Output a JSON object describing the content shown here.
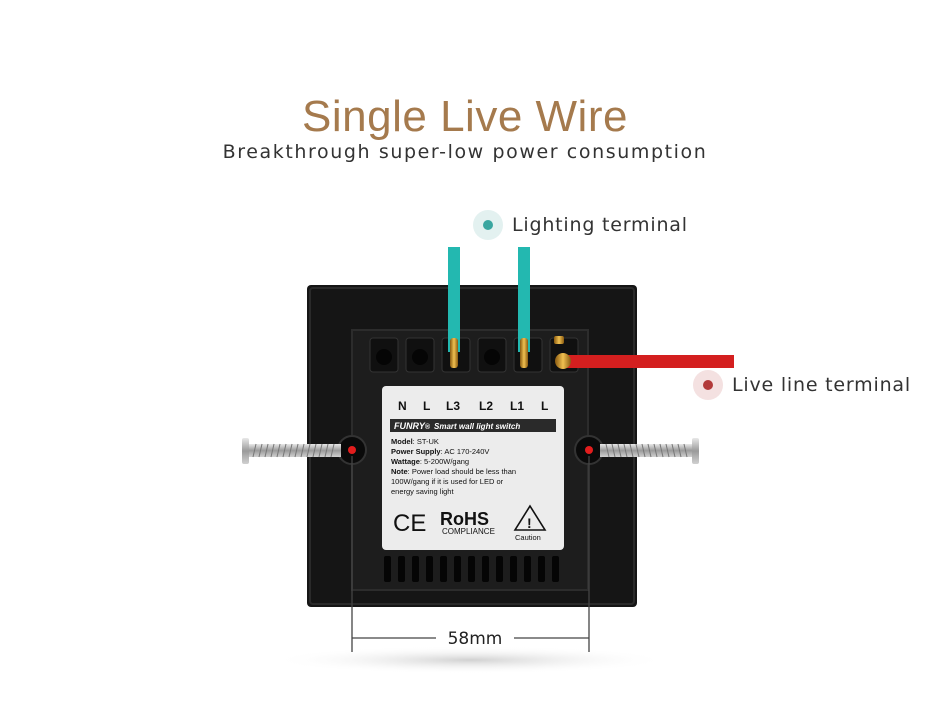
{
  "header": {
    "title": "Single Live Wire",
    "subtitle": "Breakthrough super-low power consumption"
  },
  "callouts": {
    "lighting": {
      "label": "Lighting terminal",
      "color": "#3aa6a0",
      "ring": "#e3f1f0"
    },
    "live": {
      "label": "Live line terminal",
      "color": "#b23a3a",
      "ring": "#f4e1e1"
    }
  },
  "terminals": [
    "N",
    "L",
    "L3",
    "L2",
    "L1",
    "L"
  ],
  "label_plate": {
    "brand": "FUNRY",
    "brand_mark": "®",
    "product": "Smart wall light switch",
    "lines": [
      {
        "key": "Model",
        "value": ": ST-UK"
      },
      {
        "key": "Power Supply",
        "value": ": AC 170-240V"
      },
      {
        "key": "Wattage",
        "value": ": 5-200W/gang"
      },
      {
        "key": "Note",
        "value": ":  Power load should be less  than"
      }
    ],
    "note_lines": [
      "100W/gang if it is used for   LED or",
      "energy saving light"
    ],
    "ce": "CE",
    "rohs": "RoHS",
    "compliance": "COMPLIANCE",
    "caution": "Caution"
  },
  "dimension": {
    "label": "58mm"
  },
  "colors": {
    "wire_teal": "#23b8b0",
    "wire_red": "#d41f1f",
    "body": "#161616",
    "plate": "#ececec"
  }
}
